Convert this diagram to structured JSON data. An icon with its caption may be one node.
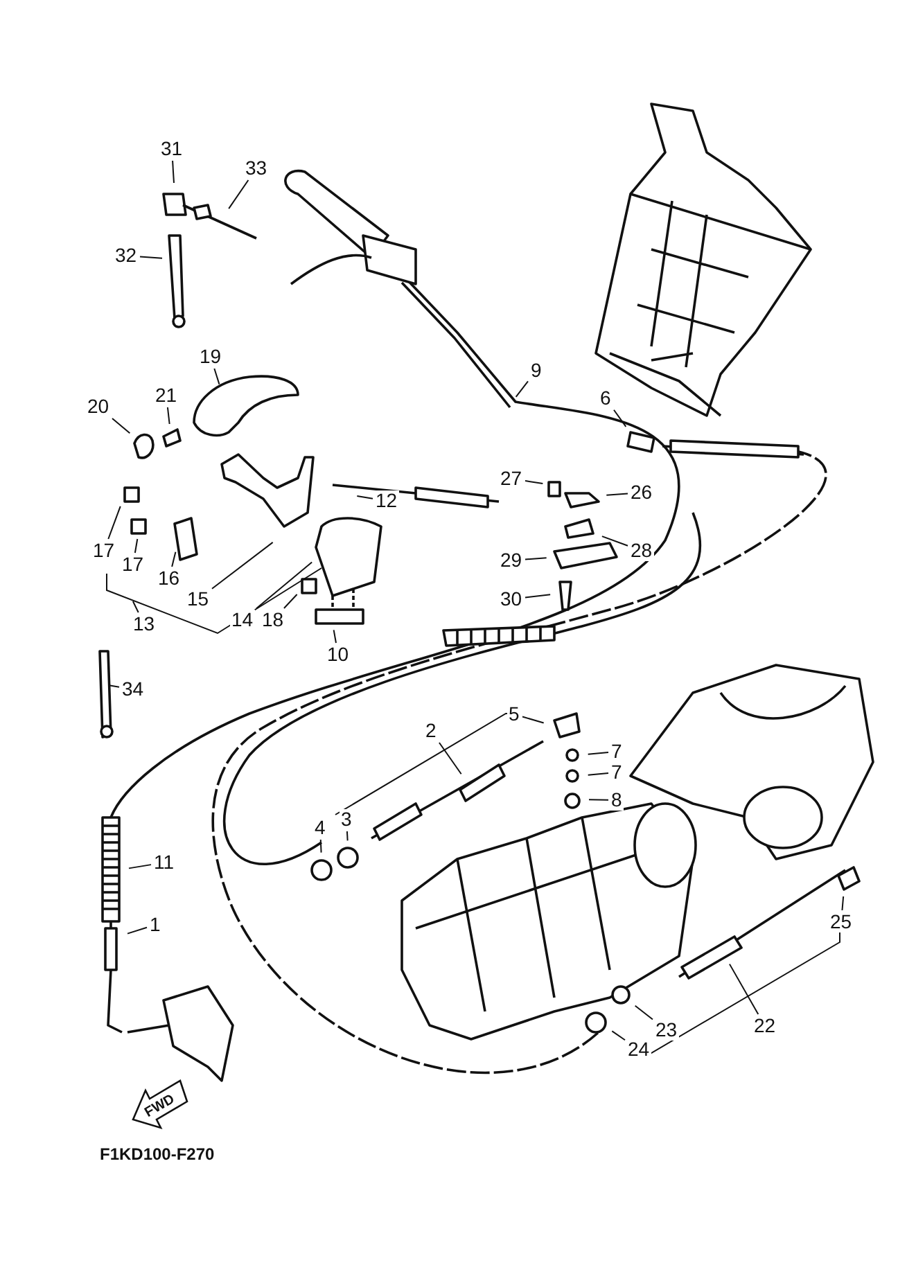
{
  "diagram": {
    "nodes": [
      {
        "text": [
          "31"
        ]
      },
      {
        "text": [
          "33"
        ]
      },
      {
        "text": [
          "32"
        ]
      },
      {
        "text": [
          "9"
        ]
      },
      {
        "text": [
          "19"
        ]
      },
      {
        "text": [
          "21"
        ]
      },
      {
        "text": [
          "6"
        ]
      },
      {
        "text": [
          "20"
        ]
      },
      {
        "text": [
          "27"
        ]
      },
      {
        "text": [
          "12"
        ]
      },
      {
        "text": [
          "26"
        ]
      },
      {
        "text": [
          "17"
        ]
      },
      {
        "text": [
          "17"
        ]
      },
      {
        "text": [
          "16"
        ]
      },
      {
        "text": [
          "28"
        ]
      },
      {
        "text": [
          "29"
        ]
      },
      {
        "text": [
          "15"
        ]
      },
      {
        "text": [
          "14"
        ]
      },
      {
        "text": [
          "18"
        ]
      },
      {
        "text": [
          "30"
        ]
      },
      {
        "text": [
          "13"
        ]
      },
      {
        "text": [
          "10"
        ]
      },
      {
        "text": [
          "34"
        ]
      },
      {
        "text": [
          "5"
        ]
      },
      {
        "text": [
          "2"
        ]
      },
      {
        "text": [
          "7"
        ]
      },
      {
        "text": [
          "7"
        ]
      },
      {
        "text": [
          "3"
        ]
      },
      {
        "text": [
          "8"
        ]
      },
      {
        "text": [
          "4"
        ]
      },
      {
        "text": [
          "11"
        ]
      },
      {
        "text": [
          "1"
        ]
      },
      {
        "text": [
          "25"
        ]
      },
      {
        "text": [
          "22"
        ]
      },
      {
        "text": [
          "23"
        ]
      },
      {
        "text": [
          "24"
        ]
      }
    ],
    "edges": [
      {
        "from": 0,
        "to": null,
        "arrow": "none"
      },
      {
        "from": 1,
        "to": null,
        "arrow": "none"
      },
      {
        "from": 2,
        "to": null,
        "arrow": "none"
      },
      {
        "from": 3,
        "to": null,
        "arrow": "none"
      },
      {
        "from": 4,
        "to": null,
        "arrow": "none"
      },
      {
        "from": 5,
        "to": null,
        "arrow": "none"
      },
      {
        "from": 6,
        "to": null,
        "arrow": "none"
      },
      {
        "from": 7,
        "to": null,
        "arrow": "none"
      },
      {
        "from": 8,
        "to": null,
        "arrow": "none"
      },
      {
        "from": 9,
        "to": null,
        "arrow": "none"
      },
      {
        "from": 10,
        "to": null,
        "arrow": "none"
      },
      {
        "from": 11,
        "to": null,
        "arrow": "none"
      },
      {
        "from": 12,
        "to": null,
        "arrow": "none"
      },
      {
        "from": 13,
        "to": null,
        "arrow": "none"
      },
      {
        "from": 14,
        "to": null,
        "arrow": "none"
      },
      {
        "from": 15,
        "to": null,
        "arrow": "none"
      },
      {
        "from": 16,
        "to": null,
        "arrow": "none"
      },
      {
        "from": 17,
        "to": null,
        "arrow": "none"
      },
      {
        "from": 18,
        "to": null,
        "arrow": "none"
      },
      {
        "from": 19,
        "to": null,
        "arrow": "none"
      },
      {
        "from": 20,
        "to": null,
        "arrow": "none"
      },
      {
        "from": 21,
        "to": null,
        "arrow": "none"
      },
      {
        "from": 22,
        "to": null,
        "arrow": "none"
      },
      {
        "from": 23,
        "to": null,
        "arrow": "none"
      },
      {
        "from": 24,
        "to": null,
        "arrow": "none"
      },
      {
        "from": 25,
        "to": null,
        "arrow": "none"
      },
      {
        "from": 26,
        "to": null,
        "arrow": "none"
      },
      {
        "from": 27,
        "to": null,
        "arrow": "none"
      },
      {
        "from": 28,
        "to": null,
        "arrow": "none"
      },
      {
        "from": 29,
        "to": null,
        "arrow": "none"
      },
      {
        "from": 30,
        "to": null,
        "arrow": "none"
      },
      {
        "from": 31,
        "to": null,
        "arrow": "none"
      },
      {
        "from": 32,
        "to": null,
        "arrow": "none"
      },
      {
        "from": 33,
        "to": null,
        "arrow": "none"
      },
      {
        "from": 34,
        "to": null,
        "arrow": "none"
      },
      {
        "from": 35,
        "to": null,
        "arrow": "none"
      }
    ],
    "labels": [
      "FWD",
      "F1KD100-F270"
    ]
  }
}
